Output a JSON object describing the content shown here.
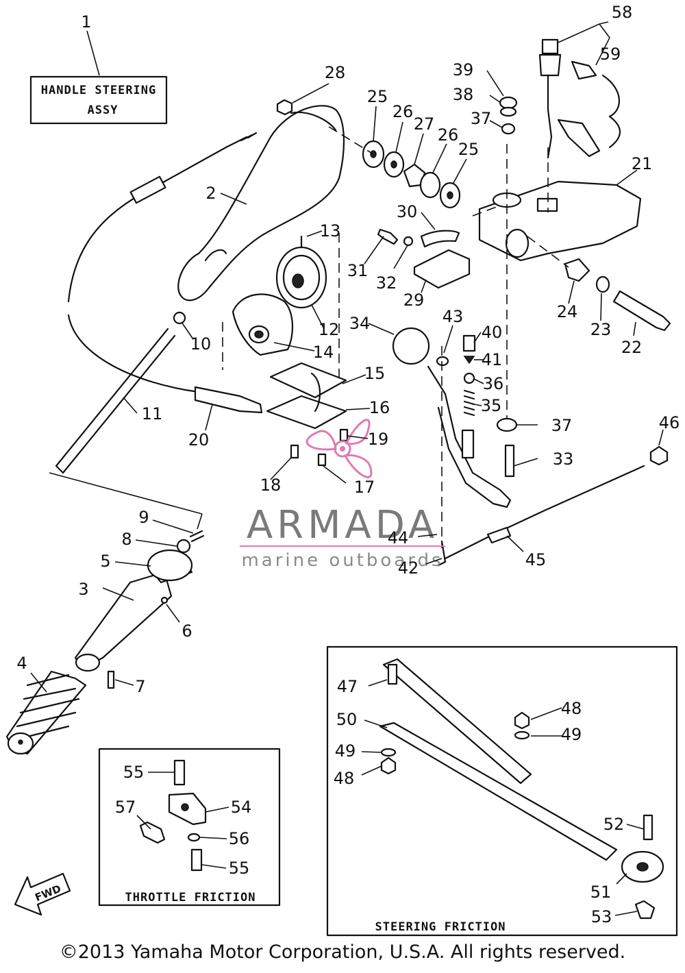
{
  "title_box": {
    "line1": "HANDLE STEERING",
    "line2": "ASSY"
  },
  "inset_throttle": {
    "title": "THROTTLE FRICTION"
  },
  "inset_steering": {
    "title": "STEERING FRICTION"
  },
  "fwd_label": "FWD",
  "watermark": {
    "brand": "ARMADA",
    "tagline": "marine outboards",
    "accent_color": "#e07ab0",
    "text_color": "#7a7a7a"
  },
  "copyright": "©2013 Yamaha Motor Corporation, U.S.A. All rights reserved.",
  "callouts": {
    "p1": "1",
    "p2": "2",
    "p3": "3",
    "p4": "4",
    "p5": "5",
    "p6": "6",
    "p7": "7",
    "p8": "8",
    "p9": "9",
    "p10": "10",
    "p11": "11",
    "p12": "12",
    "p13": "13",
    "p14": "14",
    "p15": "15",
    "p16": "16",
    "p17": "17",
    "p18": "18",
    "p19": "19",
    "p20": "20",
    "p21": "21",
    "p22": "22",
    "p23": "23",
    "p24": "24",
    "p25a": "25",
    "p25b": "25",
    "p26a": "26",
    "p26b": "26",
    "p27": "27",
    "p28": "28",
    "p29": "29",
    "p30": "30",
    "p31": "31",
    "p32": "32",
    "p33": "33",
    "p34": "34",
    "p35": "35",
    "p36": "36",
    "p37a": "37",
    "p37b": "37",
    "p38": "38",
    "p39": "39",
    "p40": "40",
    "p41": "41",
    "p42": "42",
    "p43": "43",
    "p44": "44",
    "p45": "45",
    "p46": "46",
    "p47": "47",
    "p48a": "48",
    "p48b": "48",
    "p49a": "49",
    "p49b": "49",
    "p50": "50",
    "p51": "51",
    "p52": "52",
    "p53": "53",
    "p54": "54",
    "p55a": "55",
    "p55b": "55",
    "p56": "56",
    "p57": "57",
    "p58": "58",
    "p59": "59"
  }
}
